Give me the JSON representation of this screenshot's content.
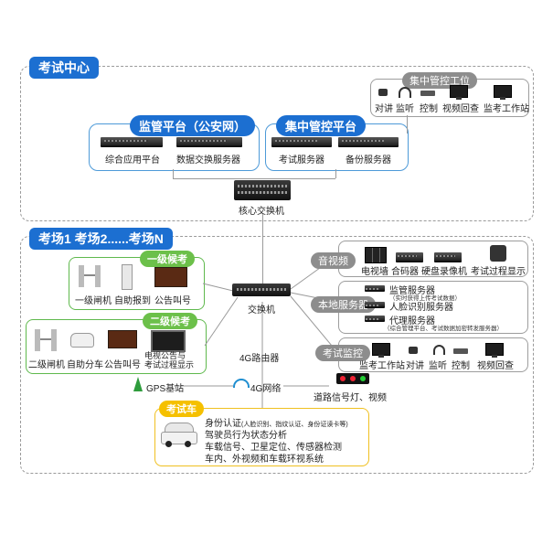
{
  "exam_center": {
    "title": "考试中心",
    "workstation": {
      "tag": "集中管控工位",
      "items": [
        "对讲",
        "监听",
        "控制",
        "视频回查",
        "监考工作站"
      ]
    },
    "supervision_platform": {
      "title": "监管平台（公安网）",
      "items": [
        "综合应用平台",
        "数据交换服务器"
      ]
    },
    "control_platform": {
      "title": "集中管控平台",
      "items": [
        "考试服务器",
        "备份服务器"
      ]
    },
    "core_switch": "核心交换机"
  },
  "exam_field": {
    "title": "考场1  考场2......考场N",
    "level1": {
      "tag": "一级候考",
      "items": [
        "一级闸机",
        "自助报到",
        "公告叫号"
      ]
    },
    "level2": {
      "tag": "二级候考",
      "items": [
        "二级闸机",
        "自助分车",
        "公告叫号",
        "电视公告与\n考试过程显示"
      ]
    },
    "switch": "交换机",
    "router": "4G路由器",
    "gps": "GPS基站",
    "network": "4G网络",
    "road_signal": "道路信号灯、视频",
    "audio_video": {
      "tag": "音视频",
      "items": [
        "电视墙",
        "合码器",
        "硬盘录像机",
        "考试过程显示"
      ]
    },
    "local_server": {
      "tag": "本地服务器",
      "items": [
        {
          "name": "监管服务器",
          "note": "（实时获得上传考试数据）"
        },
        {
          "name": "人脸识别服务器",
          "note": ""
        },
        {
          "name": "代理服务器",
          "note": "（综合管理平台、考试数据加密转发服务器）"
        }
      ]
    },
    "monitoring": {
      "tag": "考试监控",
      "items": [
        "监考工作站",
        "对讲",
        "监听",
        "控制",
        "视频回查"
      ]
    },
    "exam_car": {
      "tag": "考试车",
      "items": [
        {
          "text": "身份认证",
          "note": "(人脸识别、指纹认证、身份证读卡等)"
        },
        {
          "text": "驾驶员行为状态分析",
          "note": ""
        },
        {
          "text": "车载信号、卫星定位、传感器检测",
          "note": ""
        },
        {
          "text": "车内、外视频和车载环视系统",
          "note": ""
        }
      ]
    }
  },
  "colors": {
    "accent_blue": "#1c6fd1",
    "green": "#6cc04a",
    "yellow": "#f5c000",
    "grey": "#8d8d8d"
  }
}
